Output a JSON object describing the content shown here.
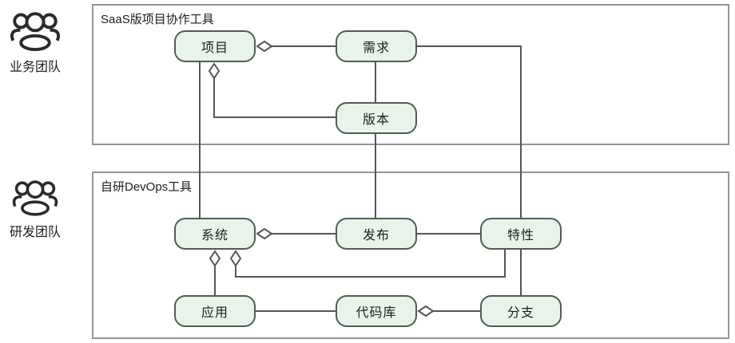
{
  "teams": [
    {
      "id": "business",
      "label": "业务团队"
    },
    {
      "id": "rnd",
      "label": "研发团队"
    }
  ],
  "containers": [
    {
      "id": "saas",
      "title": "SaaS版项目协作工具"
    },
    {
      "id": "devops",
      "title": "自研DevOps工具"
    }
  ],
  "nodes": {
    "project": {
      "label": "项目"
    },
    "requirement": {
      "label": "需求"
    },
    "version": {
      "label": "版本"
    },
    "system": {
      "label": "系统"
    },
    "release": {
      "label": "发布"
    },
    "feature": {
      "label": "特性"
    },
    "application": {
      "label": "应用"
    },
    "repository": {
      "label": "代码库"
    },
    "branch": {
      "label": "分支"
    }
  },
  "relations": [
    {
      "from": "项目",
      "to": "需求",
      "type": "aggregation"
    },
    {
      "from": "项目",
      "to": "版本",
      "type": "aggregation"
    },
    {
      "from": "需求",
      "to": "版本",
      "type": "association"
    },
    {
      "from": "需求",
      "to": "特性",
      "type": "association"
    },
    {
      "from": "版本",
      "to": "发布",
      "type": "association"
    },
    {
      "from": "项目",
      "to": "系统",
      "type": "association"
    },
    {
      "from": "系统",
      "to": "发布",
      "type": "aggregation"
    },
    {
      "from": "发布",
      "to": "特性",
      "type": "association"
    },
    {
      "from": "系统",
      "to": "应用",
      "type": "aggregation"
    },
    {
      "from": "系统",
      "to": "特性",
      "type": "aggregation"
    },
    {
      "from": "应用",
      "to": "代码库",
      "type": "association"
    },
    {
      "from": "代码库",
      "to": "分支",
      "type": "aggregation"
    },
    {
      "from": "特性",
      "to": "分支",
      "type": "association"
    }
  ],
  "colors": {
    "node_fill": "#e8f4ea",
    "node_border": "#535b55",
    "connector": "#565656",
    "container_border": "#949494",
    "text": "#1d1d1d",
    "icon": "#2b2b2b",
    "background": "#ffffff"
  }
}
